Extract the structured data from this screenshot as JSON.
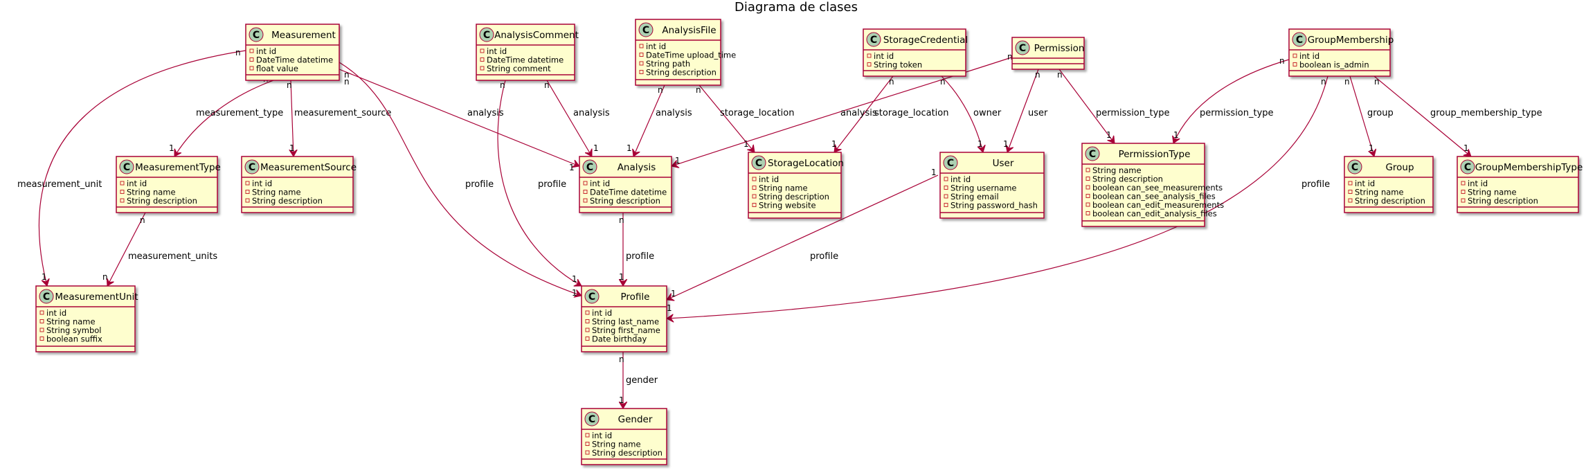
{
  "title": "Diagrama de clases",
  "colors": {
    "box_fill": "#FEFECE",
    "box_border": "#A80036",
    "arrow": "#A80036",
    "circle_fill": "#ADD1B2",
    "visibility_icon": "#C82930"
  },
  "classes": [
    {
      "id": "Measurement",
      "name": "Measurement",
      "attributes": [
        "int id",
        "DateTime datetime",
        "float value"
      ]
    },
    {
      "id": "AnalysisComment",
      "name": "AnalysisComment",
      "attributes": [
        "int id",
        "DateTime datetime",
        "String comment"
      ]
    },
    {
      "id": "AnalysisFile",
      "name": "AnalysisFile",
      "attributes": [
        "int id",
        "DateTime upload_time",
        "String path",
        "String description"
      ]
    },
    {
      "id": "StorageCredential",
      "name": "StorageCredential",
      "attributes": [
        "int id",
        "String token"
      ]
    },
    {
      "id": "Permission",
      "name": "Permission",
      "attributes": []
    },
    {
      "id": "GroupMembership",
      "name": "GroupMembership",
      "attributes": [
        "int id",
        "boolean is_admin"
      ]
    },
    {
      "id": "MeasurementType",
      "name": "MeasurementType",
      "attributes": [
        "int id",
        "String name",
        "String description"
      ]
    },
    {
      "id": "MeasurementSource",
      "name": "MeasurementSource",
      "attributes": [
        "int id",
        "String name",
        "String description"
      ]
    },
    {
      "id": "Analysis",
      "name": "Analysis",
      "attributes": [
        "int id",
        "DateTime datetime",
        "String description"
      ]
    },
    {
      "id": "StorageLocation",
      "name": "StorageLocation",
      "attributes": [
        "int id",
        "String name",
        "String description",
        "String website"
      ]
    },
    {
      "id": "User",
      "name": "User",
      "attributes": [
        "int id",
        "String username",
        "String email",
        "String password_hash"
      ]
    },
    {
      "id": "PermissionType",
      "name": "PermissionType",
      "attributes": [
        "String name",
        "String description",
        "boolean can_see_measurements",
        "boolean can_see_analysis_files",
        "boolean can_edit_measurements",
        "boolean can_edit_analysis_files"
      ]
    },
    {
      "id": "Group",
      "name": "Group",
      "attributes": [
        "int id",
        "String name",
        "String description"
      ]
    },
    {
      "id": "GroupMembershipType",
      "name": "GroupMembershipType",
      "attributes": [
        "int id",
        "String name",
        "String description"
      ]
    },
    {
      "id": "MeasurementUnit",
      "name": "MeasurementUnit",
      "attributes": [
        "int id",
        "String name",
        "String symbol",
        "boolean suffix"
      ]
    },
    {
      "id": "Profile",
      "name": "Profile",
      "attributes": [
        "int id",
        "String last_name",
        "String first_name",
        "Date birthday"
      ]
    },
    {
      "id": "Gender",
      "name": "Gender",
      "attributes": [
        "int id",
        "String name",
        "String description"
      ]
    }
  ],
  "relations": [
    {
      "id": "r1",
      "from": "Measurement",
      "to": "MeasurementUnit",
      "label": "measurement_unit",
      "from_mult": "n",
      "to_mult": "1"
    },
    {
      "id": "r2",
      "from": "Measurement",
      "to": "MeasurementType",
      "label": "measurement_type",
      "from_mult": "n",
      "to_mult": "1"
    },
    {
      "id": "r3",
      "from": "Measurement",
      "to": "MeasurementSource",
      "label": "measurement_source",
      "from_mult": "n",
      "to_mult": "1"
    },
    {
      "id": "r4",
      "from": "Measurement",
      "to": "Profile",
      "label": "profile",
      "from_mult": "n",
      "to_mult": "1"
    },
    {
      "id": "r5",
      "from": "Measurement",
      "to": "Analysis",
      "label": "analysis",
      "from_mult": "n",
      "to_mult": "1"
    },
    {
      "id": "r6",
      "from": "AnalysisComment",
      "to": "Analysis",
      "label": "analysis",
      "from_mult": "n",
      "to_mult": "1"
    },
    {
      "id": "r7",
      "from": "AnalysisComment",
      "to": "Profile",
      "label": "profile",
      "from_mult": "n",
      "to_mult": "1"
    },
    {
      "id": "r8",
      "from": "AnalysisFile",
      "to": "Analysis",
      "label": "analysis",
      "from_mult": "n",
      "to_mult": "1"
    },
    {
      "id": "r9",
      "from": "AnalysisFile",
      "to": "StorageLocation",
      "label": "storage_location",
      "from_mult": "n",
      "to_mult": "1"
    },
    {
      "id": "r10",
      "from": "StorageCredential",
      "to": "StorageLocation",
      "label": "storage_location",
      "from_mult": "n",
      "to_mult": "1"
    },
    {
      "id": "r11",
      "from": "StorageCredential",
      "to": "User",
      "label": "owner",
      "from_mult": "n",
      "to_mult": "1"
    },
    {
      "id": "r12",
      "from": "Permission",
      "to": "Analysis",
      "label": "analysis",
      "from_mult": "n",
      "to_mult": "1"
    },
    {
      "id": "r13",
      "from": "Permission",
      "to": "User",
      "label": "user",
      "from_mult": "n",
      "to_mult": "1"
    },
    {
      "id": "r14",
      "from": "Permission",
      "to": "PermissionType",
      "label": "permission_type",
      "from_mult": "n",
      "to_mult": "1"
    },
    {
      "id": "r15",
      "from": "GroupMembership",
      "to": "PermissionType",
      "label": "permission_type",
      "from_mult": "n",
      "to_mult": "1"
    },
    {
      "id": "r16",
      "from": "GroupMembership",
      "to": "Profile",
      "label": "profile",
      "from_mult": "n",
      "to_mult": "1"
    },
    {
      "id": "r17",
      "from": "GroupMembership",
      "to": "Group",
      "label": "group",
      "from_mult": "n",
      "to_mult": "1"
    },
    {
      "id": "r18",
      "from": "GroupMembership",
      "to": "GroupMembershipType",
      "label": "group_membership_type",
      "from_mult": "n",
      "to_mult": "1"
    },
    {
      "id": "r19",
      "from": "MeasurementType",
      "to": "MeasurementUnit",
      "label": "measurement_units",
      "from_mult": "n",
      "to_mult": "n"
    },
    {
      "id": "r20",
      "from": "Analysis",
      "to": "Profile",
      "label": "profile",
      "from_mult": "n",
      "to_mult": "1"
    },
    {
      "id": "r21",
      "from": "User",
      "to": "Profile",
      "label": "profile",
      "from_mult": "1",
      "to_mult": "1"
    },
    {
      "id": "r22",
      "from": "Profile",
      "to": "Gender",
      "label": "gender",
      "from_mult": "n",
      "to_mult": "1"
    }
  ]
}
